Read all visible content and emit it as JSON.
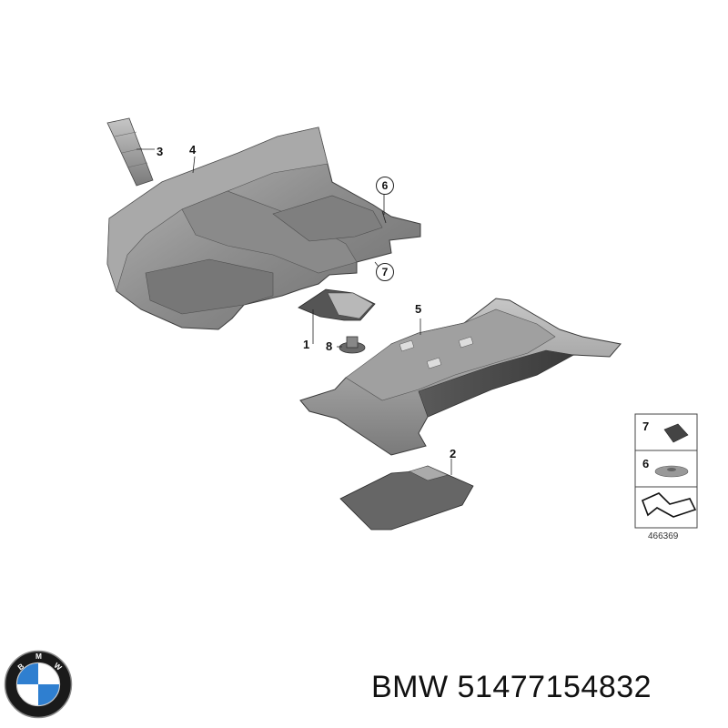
{
  "brand": "BMW",
  "part_number": "51477154832",
  "diagram_number": "466369",
  "logo": {
    "lettering": "BMW",
    "colors": {
      "ring": "#1a1a1a",
      "blue": "#2f7fd0",
      "white": "#ffffff"
    }
  },
  "callouts": {
    "c1": "1",
    "c2": "2",
    "c3": "3",
    "c4": "4",
    "c5": "5",
    "c6": "6",
    "c7": "7",
    "c8": "8"
  },
  "legend": {
    "item_7": "7",
    "item_6": "6"
  }
}
